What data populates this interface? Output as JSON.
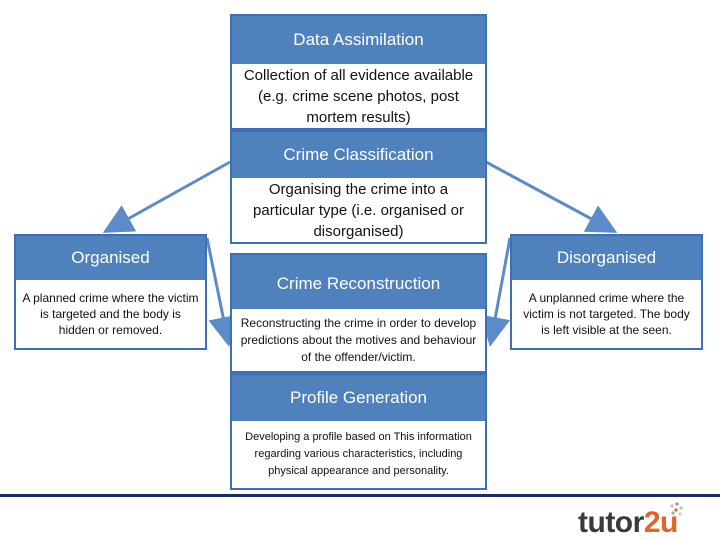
{
  "boxes": {
    "data_assimilation": {
      "title": "Data Assimilation",
      "text": "Collection of all evidence available (e.g. crime scene photos, post mortem results)"
    },
    "crime_classification": {
      "title": "Crime Classification",
      "text": "Organising the crime into a particular type (i.e. organised or disorganised)"
    },
    "organised": {
      "title": "Organised",
      "text": "A planned crime where the victim is targeted and the body is hidden or removed."
    },
    "disorganised": {
      "title": "Disorganised",
      "text": "A unplanned crime where the victim is not targeted. The body is left visible at the seen."
    },
    "crime_reconstruction": {
      "title": "Crime Reconstruction",
      "text": "Reconstructing the crime in order to develop predictions about the motives and behaviour of the offender/victim."
    },
    "profile_generation": {
      "title": "Profile Generation",
      "text": "Developing a profile based on This information regarding various characteristics, including physical appearance and personality."
    }
  },
  "logo": {
    "part1": "tutor",
    "part2": "2u"
  },
  "colors": {
    "header": "#4f81bd",
    "border": "#3b6fb6",
    "arrow": "#5b8bc9",
    "footer_line": "#1f2a66",
    "logo_accent": "#e2622a"
  }
}
